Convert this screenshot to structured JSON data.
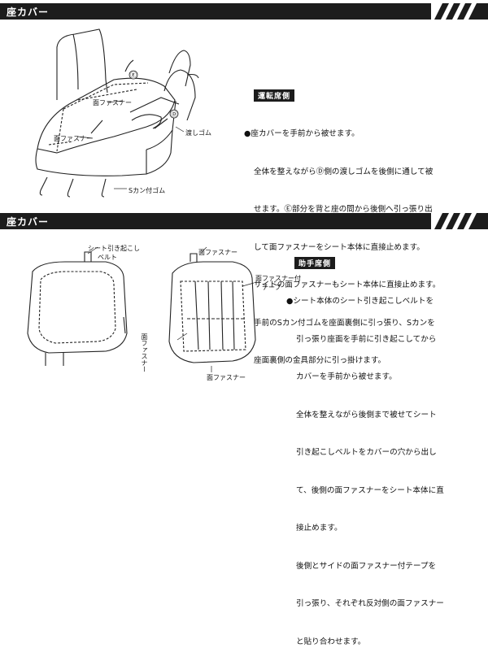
{
  "section1": {
    "title": "座カバー",
    "tag": "運転席側",
    "bullet": "●",
    "lines": [
      "座カバーを手前から被せます。",
      "全体を整えながらⒹ側の渡しゴムを後側に通して被",
      "せます。Ⓔ部分を背と座の間から後側へ引っ張り出",
      "して面ファスナーをシート本体に直接止めます。",
      "サイドの面ファスナーもシート本体に直接止めます。",
      "手前のSカン付ゴムを座面裏側に引っ張り、Sカンを",
      "座面裏側の金具部分に引っ掛けます。"
    ],
    "labels": {
      "fastener_top": "面ファスナー",
      "fastener_side": "面ファスナー",
      "rubber": "渡しゴム",
      "s_hook": "Sカン付ゴム",
      "mark_e": "Ⓔ",
      "mark_d": "Ⓓ"
    }
  },
  "section2": {
    "title": "座カバー",
    "tag": "助手席側",
    "bullet": "●",
    "lines": [
      "シート本体のシート引き起こしベルトを",
      "引っ張り座面を手前に引き起こしてから",
      "カバーを手前から被せます。",
      "全体を整えながら後側まで被せてシート",
      "引き起こしベルトをカバーの穴から出し",
      "て、後側の面ファスナーをシート本体に直",
      "接止めます。",
      "後側とサイドの面ファスナー付テープを",
      "引っ張り、それぞれ反対側の面ファスナー",
      "と貼り合わせます。"
    ],
    "labels": {
      "belt_line1": "シート引き起こし",
      "belt_line2": "ベルト",
      "fastener_top": "面ファスナー",
      "tape_line1": "面ファスナー付",
      "tape_line2": "テープ",
      "fastener_left": "面ファスナー",
      "fastener_bottom": "面ファスナー"
    }
  }
}
